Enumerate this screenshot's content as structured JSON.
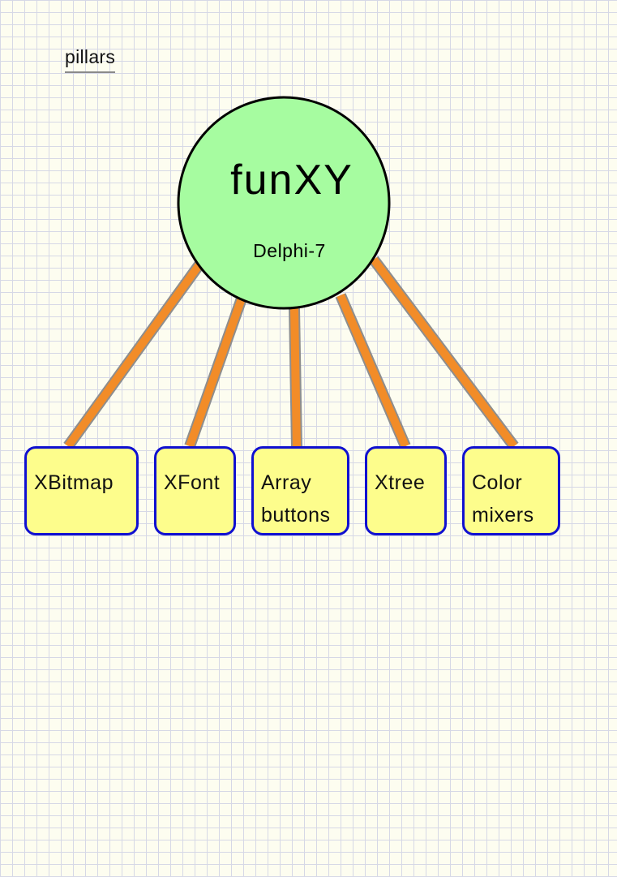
{
  "page_label": "pillars",
  "hub": {
    "title": "funXY",
    "subtitle": "Delphi-7"
  },
  "pillars": [
    {
      "lines": [
        "XBitmap"
      ]
    },
    {
      "lines": [
        "XFont"
      ]
    },
    {
      "lines": [
        "Array",
        "buttons"
      ]
    },
    {
      "lines": [
        "Xtree"
      ]
    },
    {
      "lines": [
        "Color",
        "mixers"
      ]
    }
  ],
  "colors": {
    "background": "#fdfdf0",
    "grid": "#d6d8e6",
    "hub_fill": "#a6fca0",
    "connector": "#f28c28",
    "connector_edge": "#8e8e8e",
    "pillar_fill": "#fdfd8c",
    "pillar_border": "#1010d0"
  }
}
